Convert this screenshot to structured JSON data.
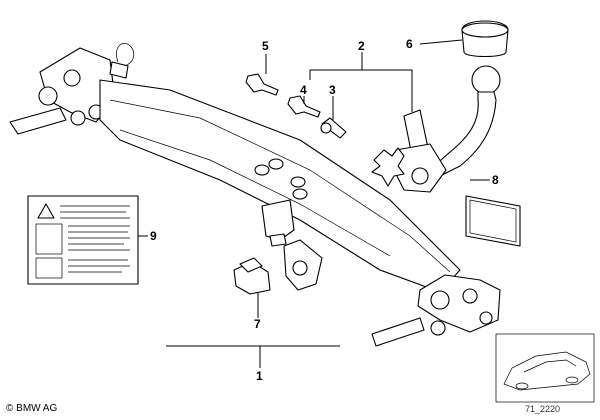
{
  "callouts": {
    "c1": "1",
    "c2": "2",
    "c3": "3",
    "c4": "4",
    "c5": "5",
    "c6": "6",
    "c7": "7",
    "c8": "8",
    "c9": "9"
  },
  "footer": {
    "copyright": "© BMW AG",
    "diagram_code": "71_2220"
  }
}
